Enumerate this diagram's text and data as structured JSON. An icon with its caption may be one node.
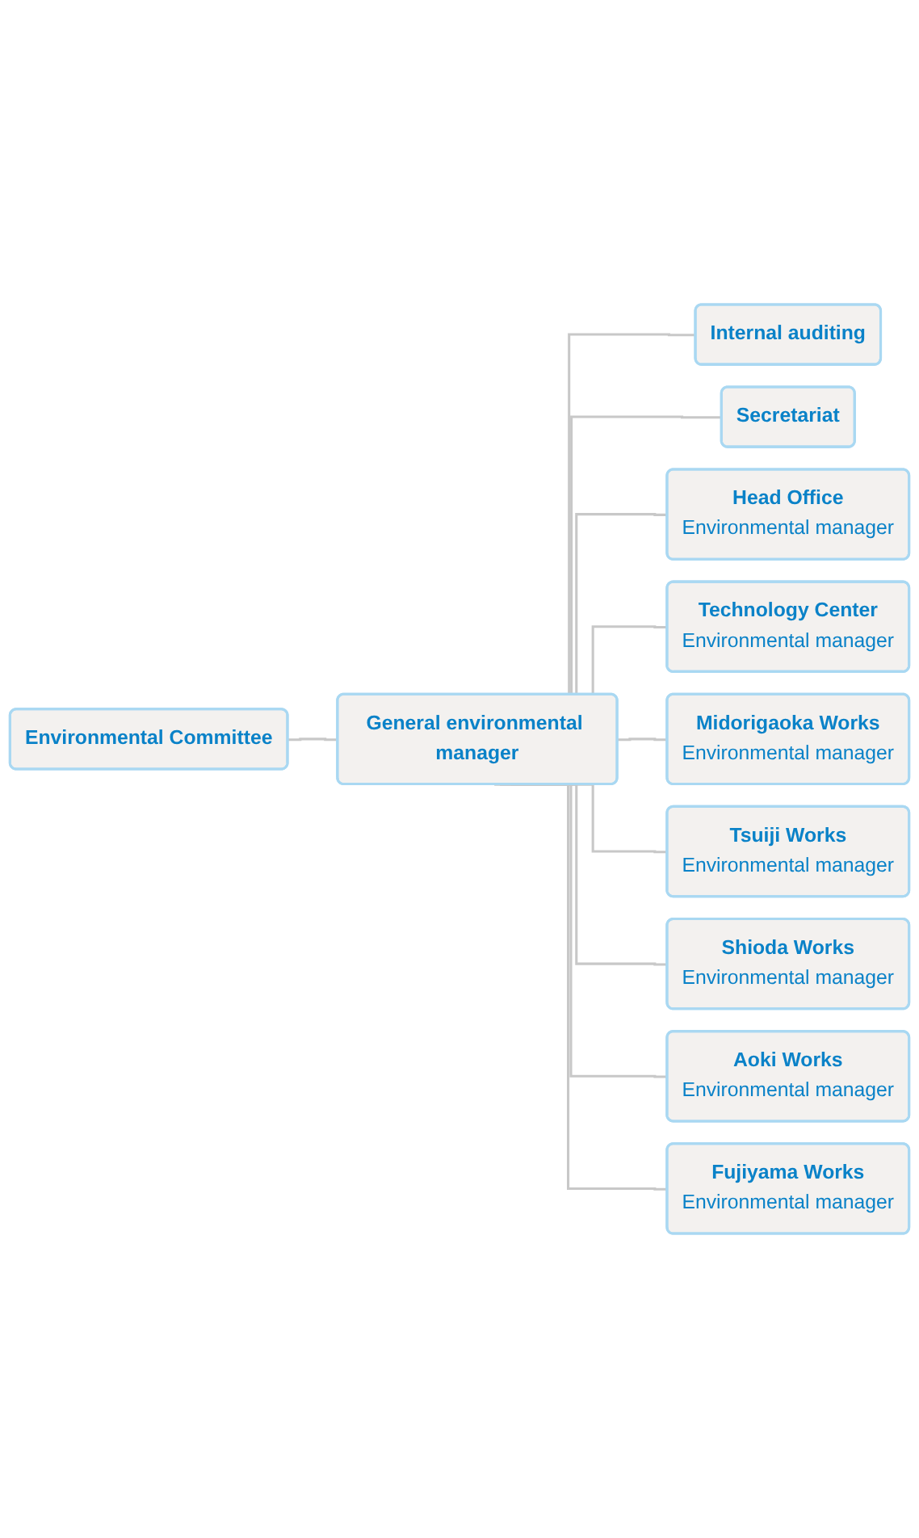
{
  "diagram": {
    "nodes": [
      {
        "text": [
          "Environmental Committee"
        ]
      },
      {
        "text": [
          "General environmental manager"
        ]
      },
      {
        "text": [
          "Internal auditing"
        ]
      },
      {
        "text": [
          "Secretariat"
        ]
      },
      {
        "text": [
          "Head Office",
          "Environmental manager"
        ]
      },
      {
        "text": [
          "Technology Center",
          "Environmental manager"
        ]
      },
      {
        "text": [
          "Midorigaoka Works",
          "Environmental manager"
        ]
      },
      {
        "text": [
          "Tsuiji Works",
          "Environmental manager"
        ]
      },
      {
        "text": [
          "Shioda Works",
          "Environmental manager"
        ]
      },
      {
        "text": [
          "Aoki Works",
          "Environmental manager"
        ]
      },
      {
        "text": [
          "Fujiyama Works",
          "Environmental manager"
        ]
      }
    ],
    "edges": [
      {
        "from": 0,
        "to": 1,
        "arrow": "none"
      },
      {
        "from": 1,
        "to": 2,
        "arrow": "none"
      },
      {
        "from": 1,
        "to": 3,
        "arrow": "none"
      },
      {
        "from": 1,
        "to": 4,
        "arrow": "none"
      },
      {
        "from": 1,
        "to": 5,
        "arrow": "none"
      },
      {
        "from": 1,
        "to": 6,
        "arrow": "none"
      },
      {
        "from": 1,
        "to": 7,
        "arrow": "none"
      },
      {
        "from": 1,
        "to": 8,
        "arrow": "none"
      },
      {
        "from": 1,
        "to": 9,
        "arrow": "none"
      },
      {
        "from": 1,
        "to": 10,
        "arrow": "none"
      }
    ]
  }
}
